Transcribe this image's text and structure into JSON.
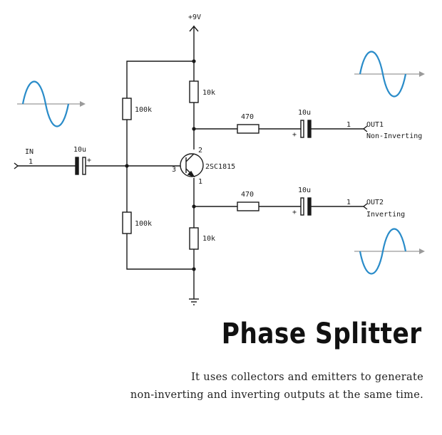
{
  "circuit": {
    "supply_label": "+9V",
    "input": {
      "net_label": "IN",
      "pin": "1"
    },
    "input_capacitor": {
      "value": "10u",
      "polarity": "+"
    },
    "bias_resistor_top": {
      "value": "100k"
    },
    "bias_resistor_bottom": {
      "value": "100k"
    },
    "collector_resistor": {
      "value": "10k"
    },
    "emitter_resistor": {
      "value": "10k"
    },
    "transistor": {
      "part": "2SC1815",
      "pin_base": "3",
      "pin_collector": "2",
      "pin_emitter": "1"
    },
    "out1_resistor": {
      "value": "470"
    },
    "out1_capacitor": {
      "value": "10u",
      "polarity": "+"
    },
    "out1": {
      "pin": "1",
      "net_label": "OUT1",
      "description": "Non-Inverting"
    },
    "out2_resistor": {
      "value": "470"
    },
    "out2_capacitor": {
      "value": "10u",
      "polarity": "+"
    },
    "out2": {
      "pin": "1",
      "net_label": "OUT2",
      "description": "Inverting"
    }
  },
  "colors": {
    "wire": "#1a1a1a",
    "waveform": "#2a8cc9",
    "axis": "#9a9a9a"
  },
  "heading": {
    "title": "Phase Splitter"
  },
  "description": {
    "line1": "It uses collectors and emitters to generate",
    "line2": "non-inverting and inverting outputs at the same time."
  }
}
